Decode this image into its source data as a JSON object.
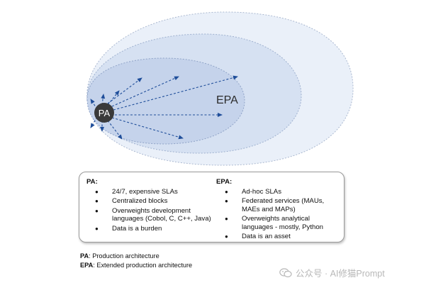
{
  "diagram": {
    "center_label": "PA",
    "outer_label": "EPA",
    "colors": {
      "ellipse_fill": "#c9d6ec",
      "arrow": "#1f4e9a",
      "center": "#3a3a3a"
    }
  },
  "legend": {
    "pa_title": "PA:",
    "pa_items": [
      "24/7, expensive SLAs",
      "Centralized blocks",
      "Overweights development languages (Cobol, C, C++, Java)",
      "Data is a burden"
    ],
    "epa_title": "EPA:",
    "epa_items": [
      "Ad-hoc SLAs",
      "Federated services (MAUs, MAEs and MAPs)",
      "Overweights analytical languages - mostly, Python",
      "Data is an asset"
    ],
    "bullet": "●"
  },
  "footnotes": {
    "pa_abbr": "PA",
    "pa_text": ": Production architecture",
    "epa_abbr": "EPA",
    "epa_text": ": Extended production architecture"
  },
  "watermark": {
    "text": "公众号 · AI修猫Prompt",
    "icon": "wechat-icon"
  }
}
